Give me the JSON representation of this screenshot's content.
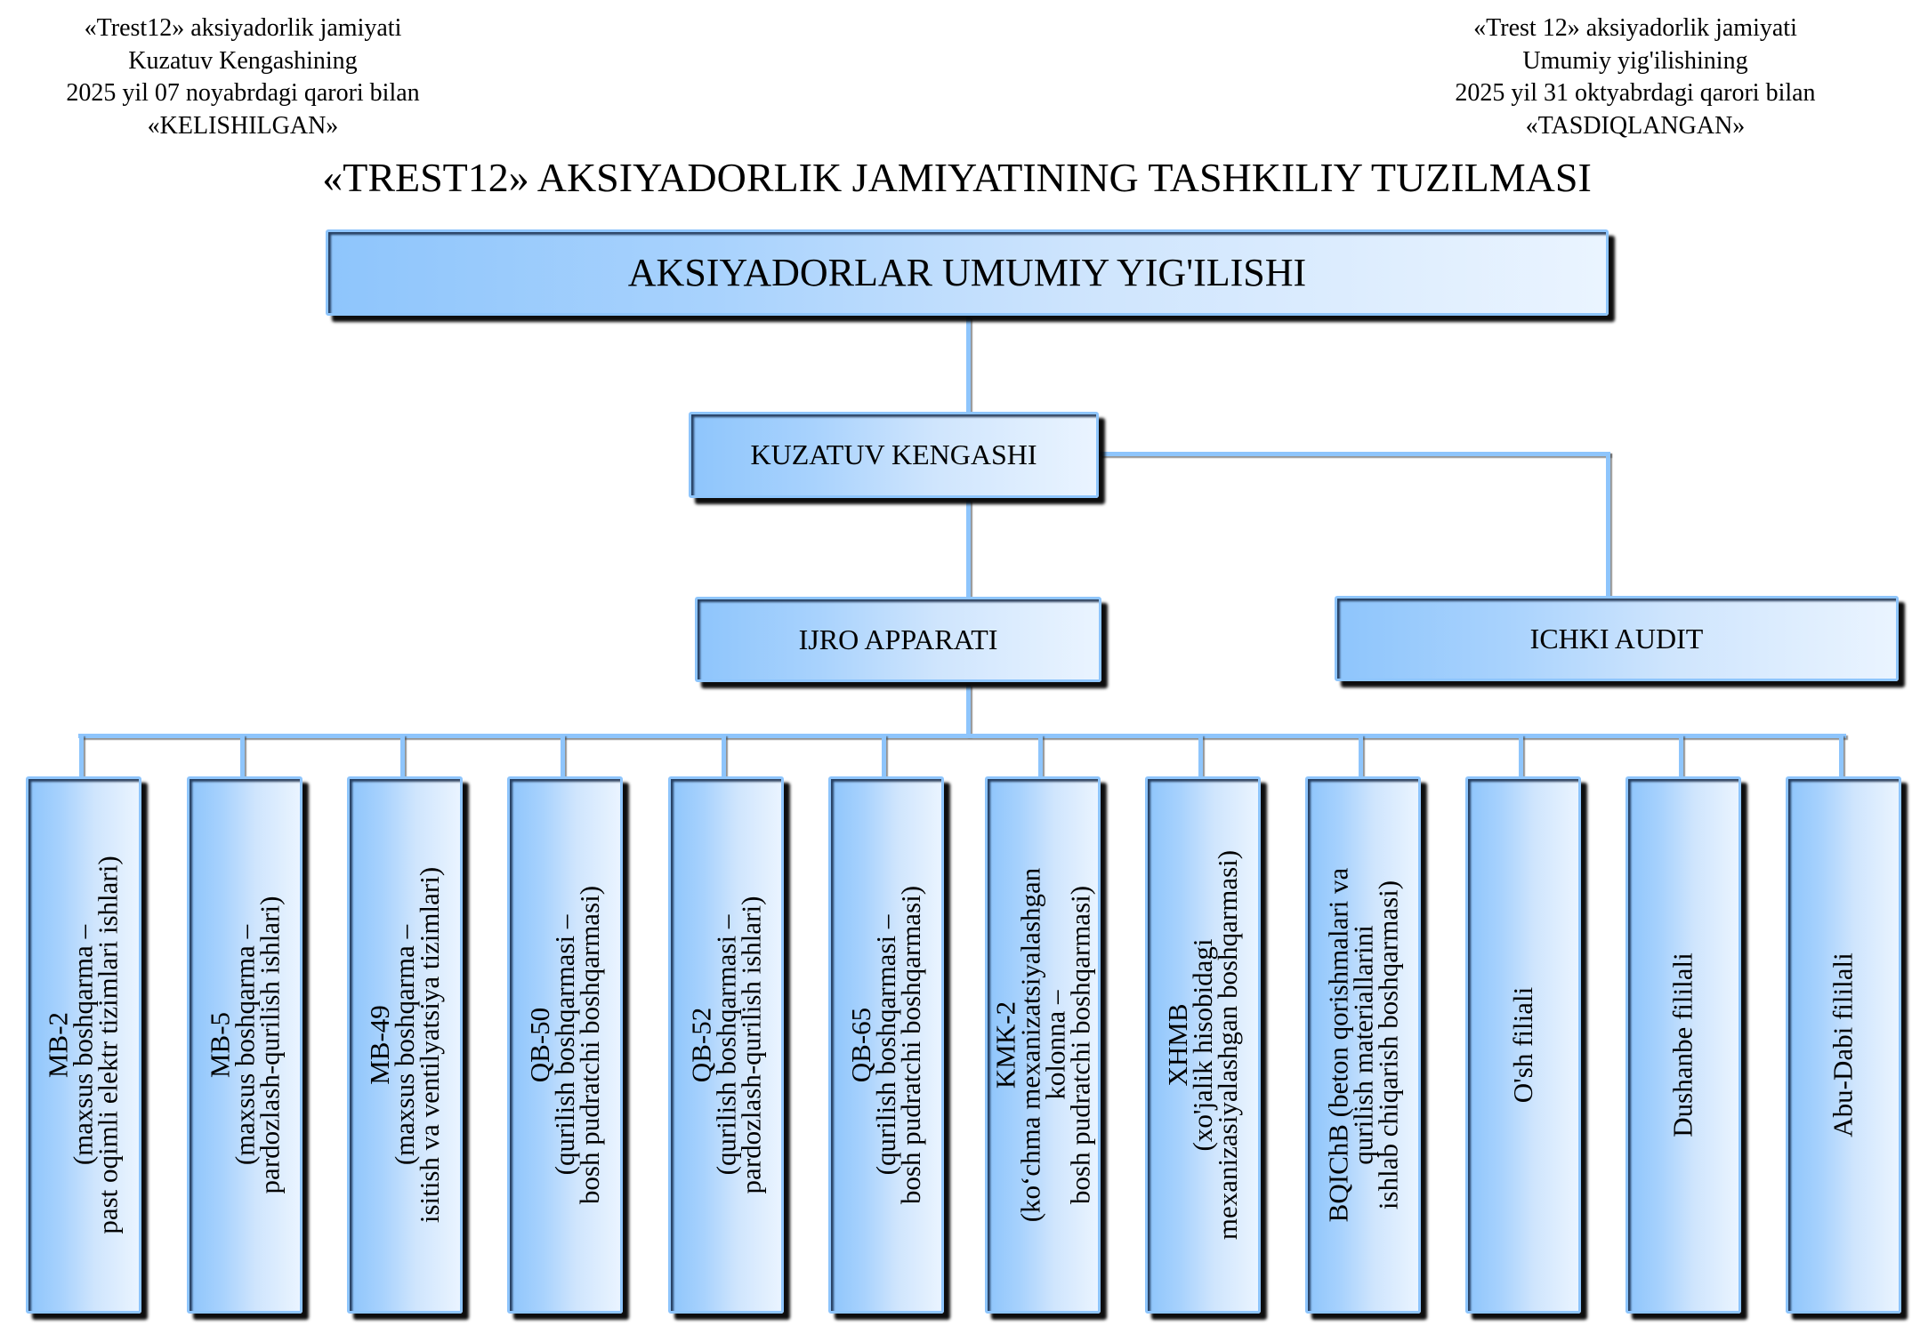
{
  "approvals": {
    "left": {
      "lines": [
        "«Trest12» aksiyadorlik jamiyati",
        "Kuzatuv Kengashining",
        "2025 yil 07 noyabrdagi qarori bilan",
        "«KELISHILGAN»"
      ]
    },
    "right": {
      "lines": [
        "«Trest 12» aksiyadorlik jamiyati",
        "Umumiy yig'ilishining",
        "2025 yil 31 oktyabrdagi qarori bilan",
        "«TASDIQLANGAN»"
      ]
    }
  },
  "title": "«TREST12» AKSIYADORLIK JAMIYATINING TASHKILIY TUZILMASI",
  "colors": {
    "box_dark": "#8ec5fc",
    "box_light": "#eaf4ff",
    "connector": "#8ec5fc",
    "shadow": "#000000"
  },
  "nodes": {
    "general_meeting": "AKSIYADORLAR UMUMIY YIG'ILISHI",
    "supervisory_board": "KUZATUV KENGASHI",
    "executive_office": "IJRO APPARATI",
    "internal_audit": "ICHKI AUDIT"
  },
  "divisions": [
    {
      "lines": [
        "MB-2",
        "(maxsus boshqarma –",
        "past oqimli elektr tizimlari ishlari)"
      ]
    },
    {
      "lines": [
        "MB-5",
        "(maxsus boshqarma –",
        "pardozlash-qurilish ishlari)"
      ]
    },
    {
      "lines": [
        "MB-49",
        "(maxsus boshqarma –",
        "isitish va ventilyatsiya tizimlari)"
      ]
    },
    {
      "lines": [
        "QB-50",
        "(qurilish boshqarmasi –",
        "bosh pudratchi boshqarmasi)"
      ]
    },
    {
      "lines": [
        "QB-52",
        "(qurilish boshqarmasi –",
        "pardozlash-qurilish ishlari)"
      ]
    },
    {
      "lines": [
        "QB-65",
        "(qurilish boshqarmasi –",
        "bosh pudratchi boshqarmasi)"
      ]
    },
    {
      "lines": [
        "KMK-2",
        "(ko‘chma mexanizatsiyalashgan",
        "kolonna –",
        "bosh pudratchi boshqarmasi)"
      ]
    },
    {
      "lines": [
        "XHMB",
        "(xo'jalik hisobidagi",
        "mexanizasiyalashgan boshqarmasi)"
      ]
    },
    {
      "lines": [
        "BQIChB (beton qorishmalari va",
        "qurilish materiallarini",
        "ishlab chiqarish boshqarmasi)"
      ]
    },
    {
      "lines": [
        "O'sh filiali"
      ]
    },
    {
      "lines": [
        "Dushanbe fililali"
      ]
    },
    {
      "lines": [
        "Abu-Dabi fililali"
      ]
    }
  ]
}
